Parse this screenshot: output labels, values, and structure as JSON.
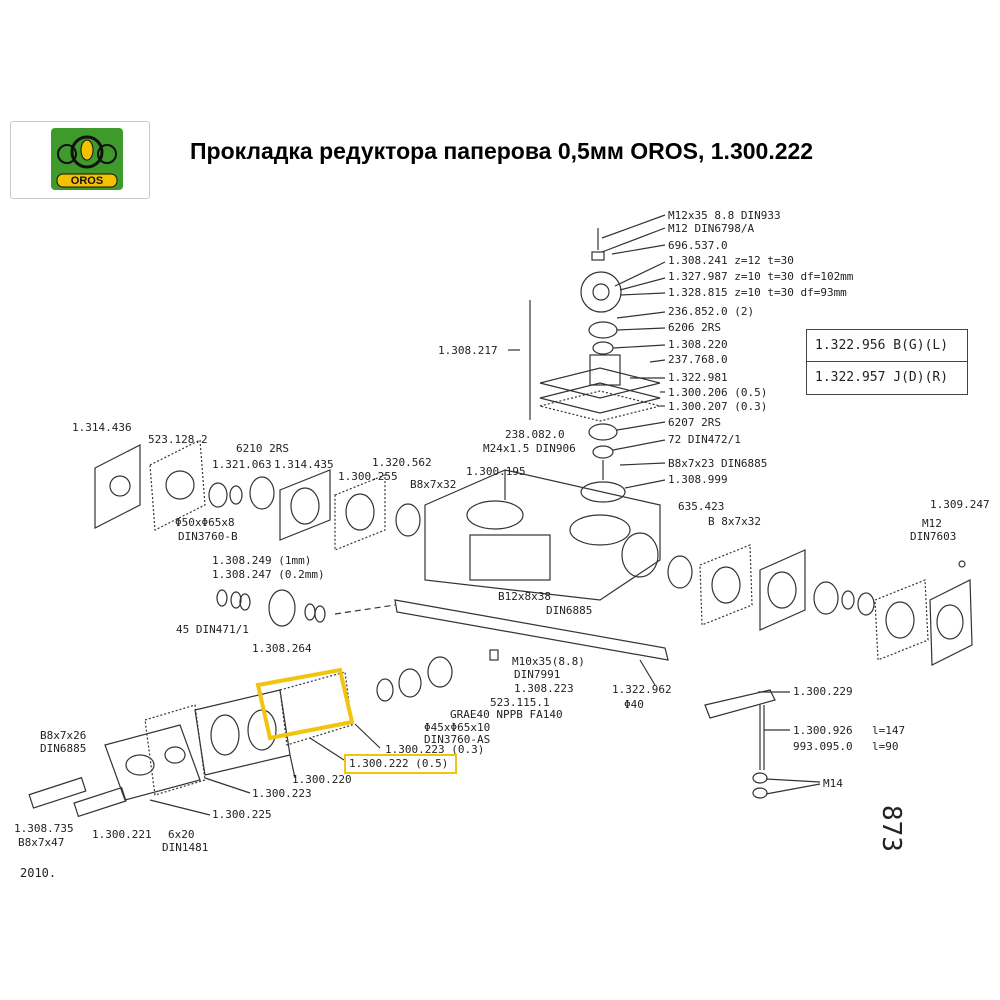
{
  "header": {
    "title": "Прокладка редуктора паперова 0,5мм OROS, 1.300.222",
    "logo_text": "OROS"
  },
  "colors": {
    "highlight": "#f1c40f",
    "logo_green": "#3f9a2c",
    "logo_yellow": "#f2c200"
  },
  "reference_box": {
    "row1": "1.322.956 B(G)(L)",
    "row2": "1.322.957 J(D)(R)"
  },
  "highlighted_part": "1.300.222 (0.5)",
  "page_number": "873",
  "year": "2010.",
  "labels": {
    "m12_bolt": "M12x35 8.8 DIN933",
    "m12_nut": "M12 DIN6798/A",
    "p696": "696.537.0",
    "sprocket1": "1.308.241 z=12 t=30",
    "sprocket2": "1.327.987 z=10 t=30 df=102mm",
    "sprocket3": "1.328.815 z=10 t=30 df=93mm",
    "p236": "236.852.0 (2)",
    "bearing_6206": "6206 2RS",
    "p1308220": "1.308.220",
    "p237": "237.768.0",
    "p1322981": "1.322.981",
    "p1300206": "1.300.206 (0.5)",
    "p1300207": "1.300.207 (0.3)",
    "bearing_6207": "6207 2RS",
    "circlip72": "72 DIN472/1",
    "key_b8x7x23": "B8x7x23 DIN6885",
    "p1308999": "1.308.999",
    "p1308217": "1.308.217",
    "p238": "238.082.0",
    "m24": "M24x1.5 DIN906",
    "p1300195": "1.300.195",
    "p1314436": "1.314.436",
    "p523128": "523.128.2",
    "bearing_6210": "6210 2RS",
    "p1321063": "1.321.063",
    "p1314435": "1.314.435",
    "p1300255": "1.300.255",
    "p1320562": "1.320.562",
    "key_b8x7x32": "B8x7x32",
    "seal_50": "Φ50xΦ65x8",
    "din3760b": "DIN3760-B",
    "p635": "635.423",
    "key_b8x7x32b": "B 8x7x32",
    "p1309247": "1.309.247",
    "m12": "M12",
    "din7603": "DIN7603",
    "p1308249": "1.308.249 (1mm)",
    "p1308247": "1.308.247 (0.2mm)",
    "circlip45": "45 DIN471/1",
    "p1308264": "1.308.264",
    "key_b12": "B12x8x38",
    "din6885": "DIN6885",
    "m10": "M10x35(8.8)",
    "din7991": "DIN7991",
    "p1308223": "1.308.223",
    "p523115": "523.115.1",
    "grae40": "GRAE40 NPPB FA140",
    "seal_45": "Φ45xΦ65x10",
    "din3760as": "DIN3760-AS",
    "p1300223_03": "1.300.223 (0.3)",
    "p1322962": "1.322.962",
    "phi40": "Φ40",
    "p1300229": "1.300.229",
    "p1300926": "1.300.926",
    "l147": "l=147",
    "p993": "993.095.0",
    "l90": "l=90",
    "m14": "M14",
    "key_b8x7x26": "B8x7x26",
    "din6885b": "DIN6885",
    "p1300220": "1.300.220",
    "p1300223": "1.300.223",
    "p1300225": "1.300.225",
    "p1308735": "1.308.735",
    "key_b8x7x47": "B8x7x47",
    "p1300221": "1.300.221",
    "screw_6x20": "6x20",
    "din1481": "DIN1481"
  }
}
